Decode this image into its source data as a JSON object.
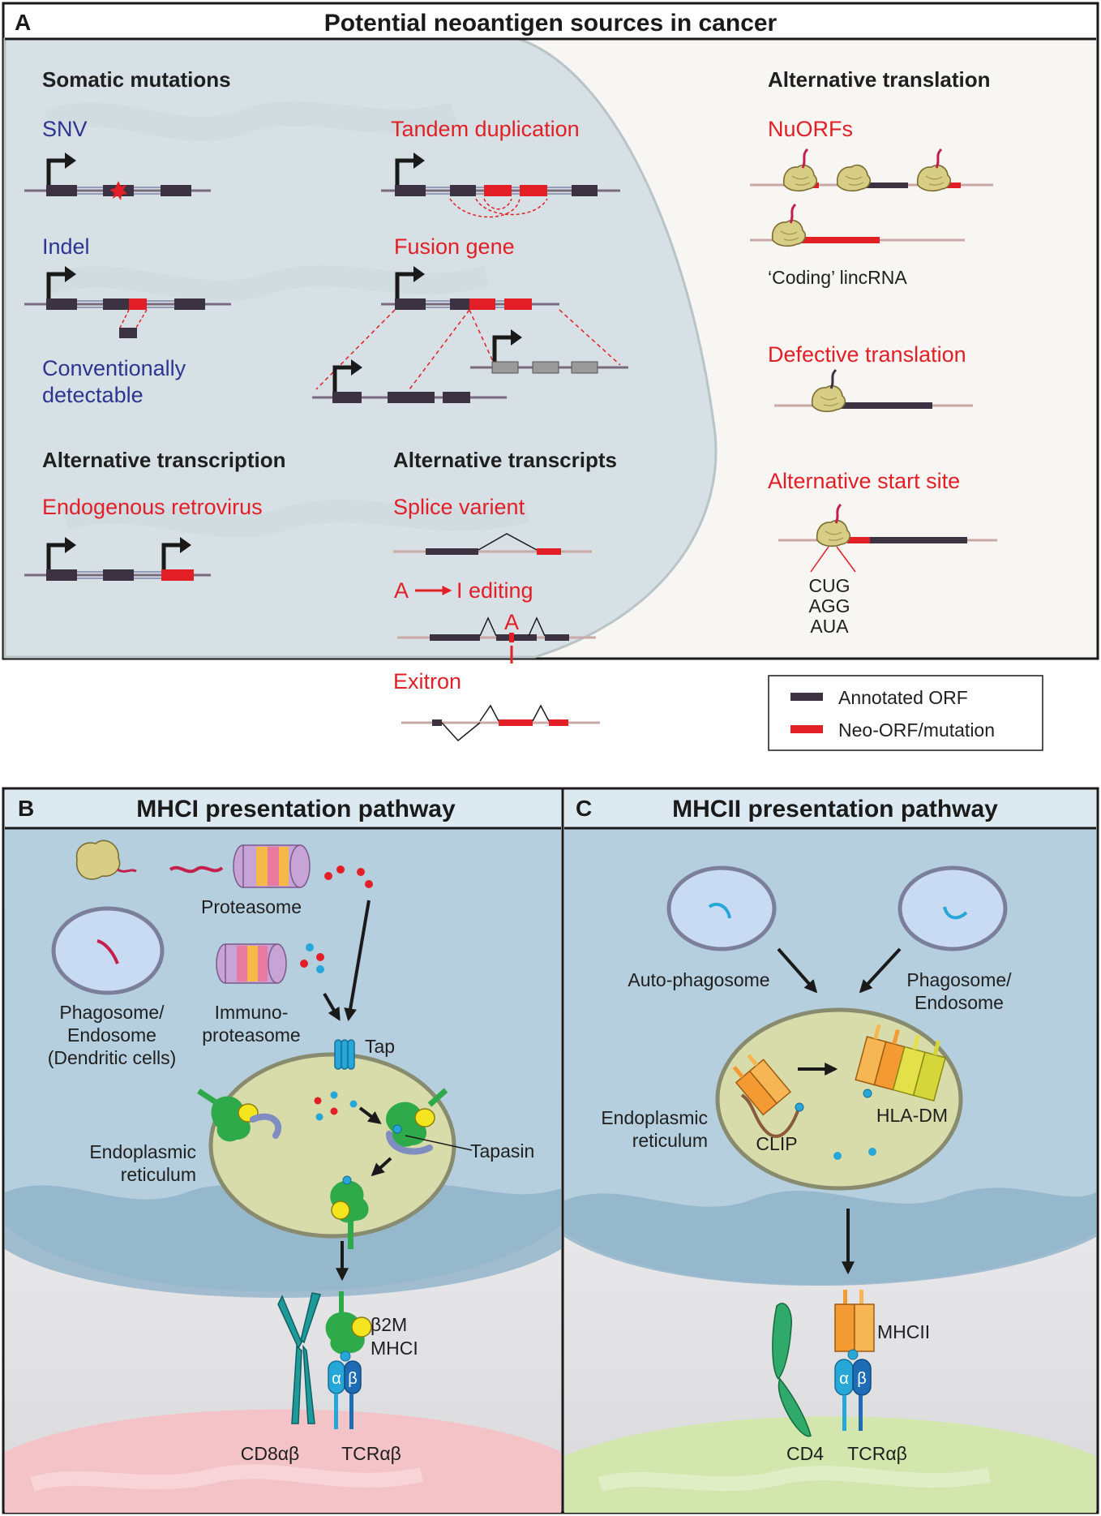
{
  "panel_a": {
    "letter": "A",
    "title": "Potential neoantigen sources in cancer",
    "somatic": {
      "heading": "Somatic mutations",
      "snv": "SNV",
      "indel": "Indel",
      "conv1": "Conventionally",
      "conv2": "detectable",
      "tandem": "Tandem duplication",
      "fusion": "Fusion gene"
    },
    "alt_transcription": {
      "heading": "Alternative transcription",
      "erv": "Endogenous retrovirus"
    },
    "alt_transcripts": {
      "heading": "Alternative transcripts",
      "splice": "Splice varient",
      "editing_a": "A",
      "editing_rest": "I editing",
      "mark_a": "A",
      "mark_i": "I",
      "exitron": "Exitron"
    },
    "alt_translation": {
      "heading": "Alternative translation",
      "nuorfs": "NuORFs",
      "lincrna": "‘Coding’ lincRNA",
      "defective": "Defective translation",
      "altstart": "Alternative start site",
      "codons": [
        "CUG",
        "AGG",
        "AUA"
      ]
    },
    "legend": {
      "annotated": "Annotated ORF",
      "neo": "Neo-ORF/mutation",
      "annotated_color": "#3d3242",
      "neo_color": "#e21f26"
    }
  },
  "panel_b": {
    "letter": "B",
    "title": "MHCI presentation pathway",
    "proteasome": "Proteasome",
    "immuno1": "Immuno-",
    "immuno2": "proteasome",
    "phago1": "Phagosome/",
    "phago2": "Endosome",
    "phago3": "(Dendritic cells)",
    "tap": "Tap",
    "tapasin": "Tapasin",
    "er1": "Endoplasmic",
    "er2": "reticulum",
    "b2m": "β2M",
    "mhci": "MHCI",
    "cd8": "CD8αβ",
    "tcr": "TCRαβ",
    "alpha": "α",
    "beta": "β"
  },
  "panel_c": {
    "letter": "C",
    "title": "MHCII presentation pathway",
    "auto": "Auto-phagosome",
    "phago1": "Phagosome/",
    "phago2": "Endosome",
    "er1": "Endoplasmic",
    "er2": "reticulum",
    "clip": "CLIP",
    "hladm": "HLA-DM",
    "mhcii": "MHCII",
    "cd4": "CD4",
    "tcr": "TCRαβ",
    "alpha": "α",
    "beta": "β"
  },
  "colors": {
    "annotated": "#3d3242",
    "neo": "#e21f26",
    "blue_text": "#2c3590",
    "cell_blue": "#b5cfde",
    "er_green": "#d8dcaa",
    "tcell_b": "#f3c3c8",
    "tcell_c": "#d3e6ae",
    "mhci_green": "#2faa4a",
    "mhcii_orange": "#f39a32"
  }
}
